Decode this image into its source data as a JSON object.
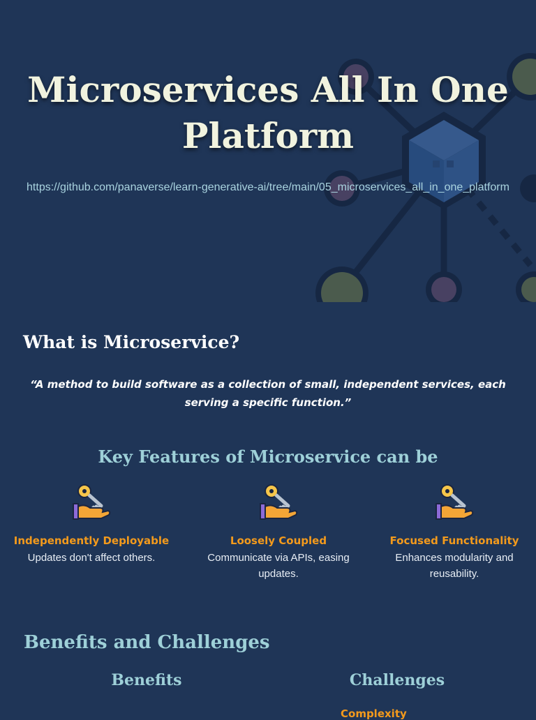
{
  "hero": {
    "title": "Microservices All In One Platform",
    "url": "https://github.com/panaverse/learn-generative-ai/tree/main/05_microservices_all_in_one_platform",
    "art_icon": "microservice-network-icon"
  },
  "intro": {
    "heading": "What is Microservice?",
    "quote": "“A method to build software as a collection of small, independent services, each serving a specific function.”"
  },
  "features": {
    "heading": "Key Features of Microservice can be",
    "icon": "hand-key-icon",
    "items": [
      {
        "title": "Independently Deployable",
        "description": "Updates don't affect others."
      },
      {
        "title": "Loosely Coupled",
        "description": "Communicate via APIs, easing updates."
      },
      {
        "title": "Focused Functionality",
        "description": "Enhances modularity and reusability."
      }
    ]
  },
  "benefits_challenges": {
    "heading": "Benefits and Challenges",
    "benefits_heading": "Benefits",
    "challenges_heading": "Challenges",
    "first_challenge_partial": "Complexity"
  },
  "colors": {
    "background": "#1f3557",
    "accent_orange": "#f39a1c",
    "heading_teal": "#9ed0d8",
    "title_cream": "#f1f3df"
  }
}
